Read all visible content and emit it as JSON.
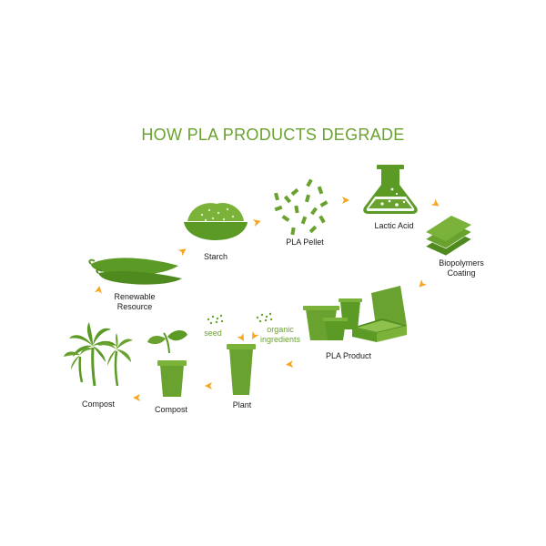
{
  "title": "HOW PLA PRODUCTS DEGRADE",
  "colors": {
    "green": "#5b9a25",
    "light_green": "#7bb33a",
    "arrow": "#f5a623",
    "title": "#6aa22f"
  },
  "stages": {
    "starch": "Starch",
    "pla_pellet": "PLA Pellet",
    "lactic_acid": "Lactic Acid",
    "biopolymers_line1": "Biopolymers",
    "biopolymers_line2": "Coating",
    "renewable_line1": "Renewable",
    "renewable_line2": "Resource",
    "pla_product": "PLA Product",
    "plant": "Plant",
    "compost_middle": "Compost",
    "compost_left": "Compost"
  },
  "annotations": {
    "seed": "seed",
    "organic_line1": "organic",
    "organic_line2": "ingredients"
  },
  "icons": [
    "pepper-icon",
    "starch-bowl-icon",
    "pellets-icon",
    "flask-icon",
    "sheets-icon",
    "cups-and-box-icon",
    "tall-cup-icon",
    "sprout-in-cup-icon",
    "palm-trees-icon",
    "seeds-icon"
  ]
}
